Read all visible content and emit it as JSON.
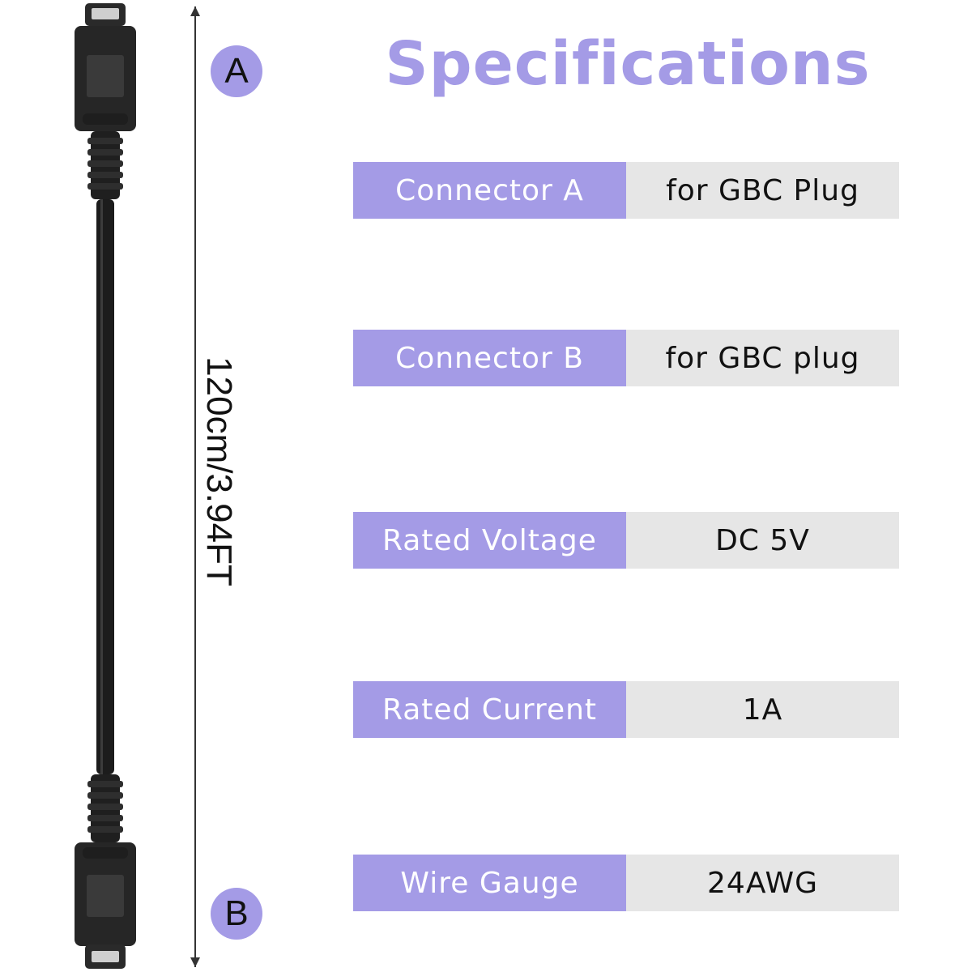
{
  "colors": {
    "accent": "#a49be6",
    "cable": "#1c1c1c"
  },
  "title": "Specifications",
  "badges": {
    "top": "A",
    "bottom": "B"
  },
  "dimension": "120cm/3.94FT",
  "specs": [
    {
      "label": "Connector A",
      "value": "for GBC Plug"
    },
    {
      "label": "Connector B",
      "value": "for GBC plug"
    },
    {
      "label": "Rated Voltage",
      "value": "DC 5V"
    },
    {
      "label": "Rated Current",
      "value": "1A"
    },
    {
      "label": "Wire Gauge",
      "value": "24AWG"
    }
  ]
}
